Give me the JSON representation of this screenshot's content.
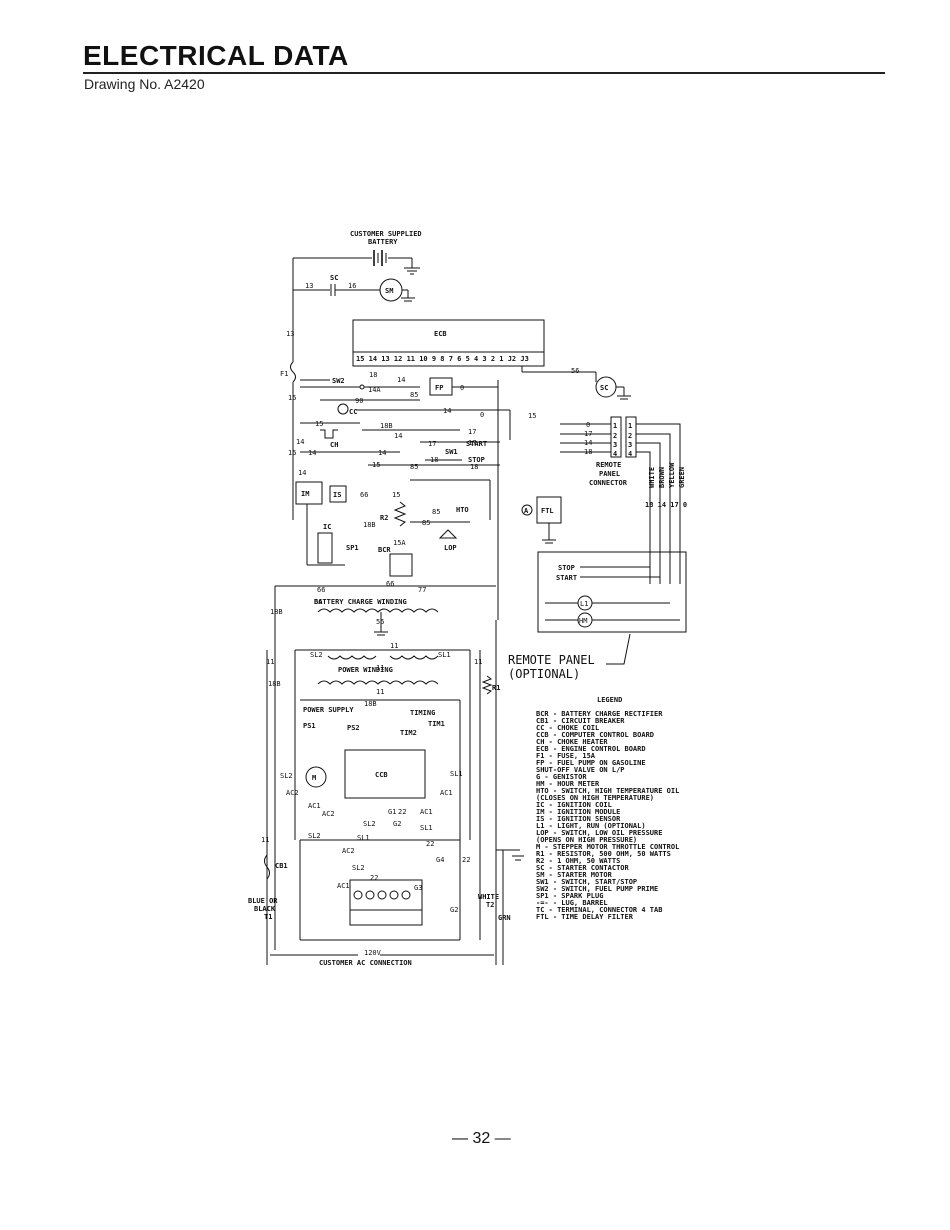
{
  "page": {
    "title": "ELECTRICAL DATA",
    "drawing_number": "Drawing No. A2420",
    "page_number": "— 32 —"
  },
  "diagram": {
    "battery_label_1": "CUSTOMER SUPPLIED",
    "battery_label_2": "BATTERY",
    "sc": "SC",
    "sm": "SM",
    "ecb": "ECB",
    "ecb_pins": "15 14 13 12 11 10 9 8 7 6 5 4 3 2 1 J2 J3",
    "f1": "F1",
    "sw2": "SW2",
    "cc": "CC",
    "ch": "CH",
    "fp": "FP",
    "sw1": "SW1",
    "start": "START",
    "stop": "STOP",
    "im": "IM",
    "is": "IS",
    "ic": "IC",
    "sp1": "SP1",
    "r2": "R2",
    "bcr": "BCR",
    "hto": "HTO",
    "lop": "LOP",
    "ftl": "FTL",
    "a_mark": "A",
    "battery_charge_winding": "BATTERY CHARGE WINDING",
    "remote_panel_connector_1": "REMOTE",
    "remote_panel_connector_2": "PANEL",
    "remote_panel_connector_3": "CONNECTOR",
    "color_white": "WHITE",
    "color_brown": "BROWN",
    "color_yellow": "YELLOW",
    "color_green": "GREEN",
    "connector_wires": "18 14 17 0",
    "rp_stop": "STOP",
    "rp_start": "START",
    "rp_l1": "L1",
    "rp_hm": "HM",
    "remote_panel_title_1": "REMOTE PANEL",
    "remote_panel_title_2": "(OPTIONAL)",
    "power_winding": "POWER   WINDING",
    "power_supply": "POWER SUPPLY",
    "ps1": "PS1",
    "ps2": "PS2",
    "timing": "TIMING",
    "tim1": "TIM1",
    "tim2": "TIM2",
    "ccb": "CCB",
    "m": "M",
    "r1": "R1",
    "cb1": "CB1",
    "blue_or_black": "BLUE OR",
    "black": "BLACK",
    "t1": "T1",
    "white_t2": "WHITE",
    "t2": "T2",
    "grn": "GRN",
    "ac_voltage": "120V",
    "customer_ac": "CUSTOMER AC CONNECTION",
    "wire_labels": [
      "13",
      "16",
      "15",
      "14",
      "18",
      "14A",
      "85",
      "90",
      "0",
      "17",
      "66",
      "77",
      "18B",
      "55",
      "11",
      "SL2",
      "SL1",
      "AC2",
      "AC1",
      "G1",
      "G2",
      "G3",
      "G4",
      "22",
      "56"
    ]
  },
  "legend": {
    "title": "LEGEND",
    "items": [
      "BCR  - BATTERY CHARGE RECTIFIER",
      "CB1  - CIRCUIT BREAKER",
      "CC   - CHOKE COIL",
      "CCB  - COMPUTER CONTROL BOARD",
      "CH   - CHOKE HEATER",
      "ECB  - ENGINE CONTROL BOARD",
      "F1   - FUSE, 15A",
      "FP   - FUEL PUMP ON GASOLINE",
      "         SHUT-OFF VALVE ON L/P",
      "G    - GENISTOR",
      "HM   - HOUR METER",
      "HTO  - SWITCH, HIGH TEMPERATURE OIL",
      "         (CLOSES ON HIGH TEMPERATURE)",
      "IC   - IGNITION COIL",
      "IM   - IGNITION MODULE",
      "IS   - IGNITION SENSOR",
      "L1   - LIGHT, RUN (OPTIONAL)",
      "LOP  - SWITCH, LOW OIL PRESSURE",
      "         (OPENS ON HIGH PRESSURE)",
      "M    - STEPPER MOTOR THROTTLE CONTROL",
      "R1   - RESISTOR, 500 OHM, 50 WATTS",
      "R2   - 1 OHM, 50 WATTS",
      "SC   - STARTER CONTACTOR",
      "SM   - STARTER MOTOR",
      "SW1  - SWITCH, START/STOP",
      "SW2  - SWITCH, FUEL PUMP PRIME",
      "SP1  - SPARK PLUG",
      "-=-  - LUG, BARREL",
      "TC   - TERMINAL, CONNECTOR 4 TAB",
      "FTL  - TIME DELAY FILTER"
    ]
  }
}
